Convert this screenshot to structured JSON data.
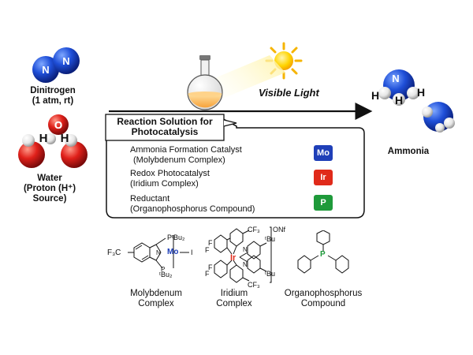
{
  "left": {
    "dinitrogen": {
      "atom": "N",
      "label_line1": "Dinitrogen",
      "label_line2": "(1 atm, rt)"
    },
    "water": {
      "atom_o": "O",
      "atom_h": "H",
      "label_line1": "Water",
      "label_line2": "(Proton (H⁺)",
      "label_line3": "Source)"
    }
  },
  "reaction": {
    "condition": "Visible Light",
    "solution_title_line1": "Reaction Solution for",
    "solution_title_line2": "Photocatalysis",
    "components": [
      {
        "line1": "Ammonia Formation Catalyst",
        "line2": "(Molybdenum Complex)",
        "badge": "Mo",
        "color": "#1f3fb8"
      },
      {
        "line1": "Redox Photocatalyst",
        "line2": "(Iridium Complex)",
        "badge": "Ir",
        "color": "#e02a1a"
      },
      {
        "line1": "Reductant",
        "line2": "(Organophosphorus Compound)",
        "badge": "P",
        "color": "#1e9a3a"
      }
    ]
  },
  "right": {
    "atom_n": "N",
    "atom_h": "H",
    "label": "Ammonia"
  },
  "structures": [
    {
      "caption_line1": "Molybdenum",
      "caption_line2": "Complex"
    },
    {
      "caption_line1": "Iridium",
      "caption_line2": "Complex"
    },
    {
      "caption_line1": "Organophosphorus",
      "caption_line2": "Compound"
    }
  ],
  "chem": {
    "mo": {
      "metal": "Mo",
      "cf3": "F₃C",
      "ptbu2_top": "PᵗBu₂",
      "ptbu2_bot": "ᵗBu₂",
      "p": "P",
      "n": "N",
      "i": "I"
    },
    "ir": {
      "metal": "Ir",
      "f": "F",
      "n": "N",
      "cf3": "CF₃",
      "tbu": "ᵗBu",
      "onf": "ONf"
    },
    "p": {
      "atom": "P"
    }
  }
}
